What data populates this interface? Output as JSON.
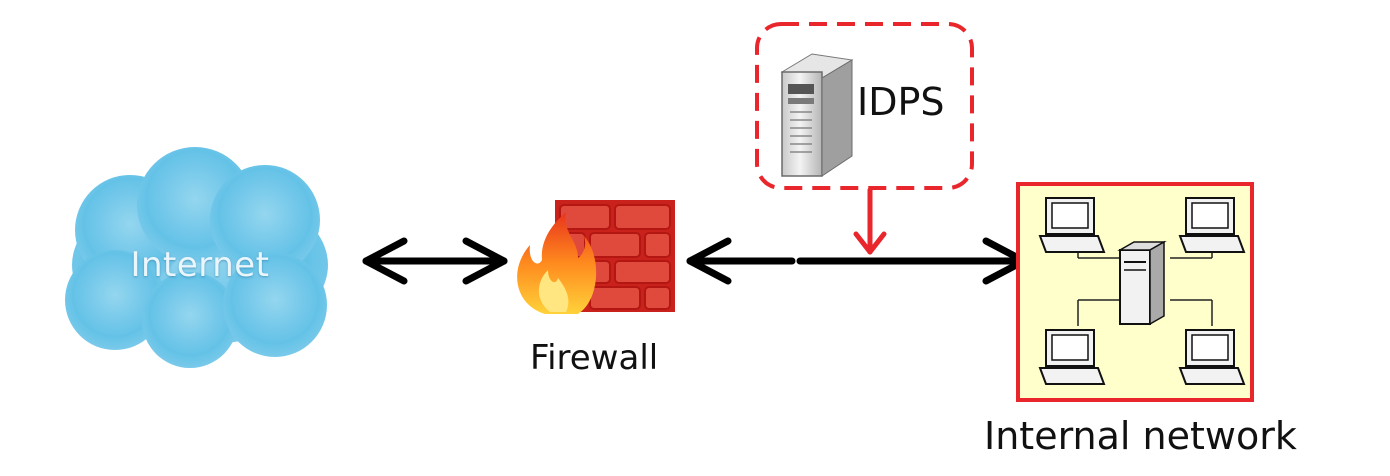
{
  "diagram": {
    "internet": {
      "label": "Internet",
      "icon": "cloud-icon",
      "color": "#5cbfe6"
    },
    "firewall": {
      "label": "Firewall",
      "icon": "brick-wall-flame-icon",
      "wall_color": "#d7322c"
    },
    "idps": {
      "label": "IDPS",
      "icon": "server-tower-icon",
      "frame_color": "#e8262b"
    },
    "internal_network": {
      "label": "Internal network",
      "icon": "lan-computers-icon",
      "frame_color": "#e8262b",
      "fill_color": "#ffffcc"
    },
    "links": [
      {
        "from": "internet",
        "to": "firewall",
        "style": "double-arrow",
        "color": "#000000"
      },
      {
        "from": "firewall",
        "to": "internal_network",
        "style": "double-arrow",
        "color": "#000000"
      },
      {
        "from": "idps",
        "to": "firewall-network-link",
        "style": "arrow",
        "color": "#e8262b"
      }
    ]
  }
}
